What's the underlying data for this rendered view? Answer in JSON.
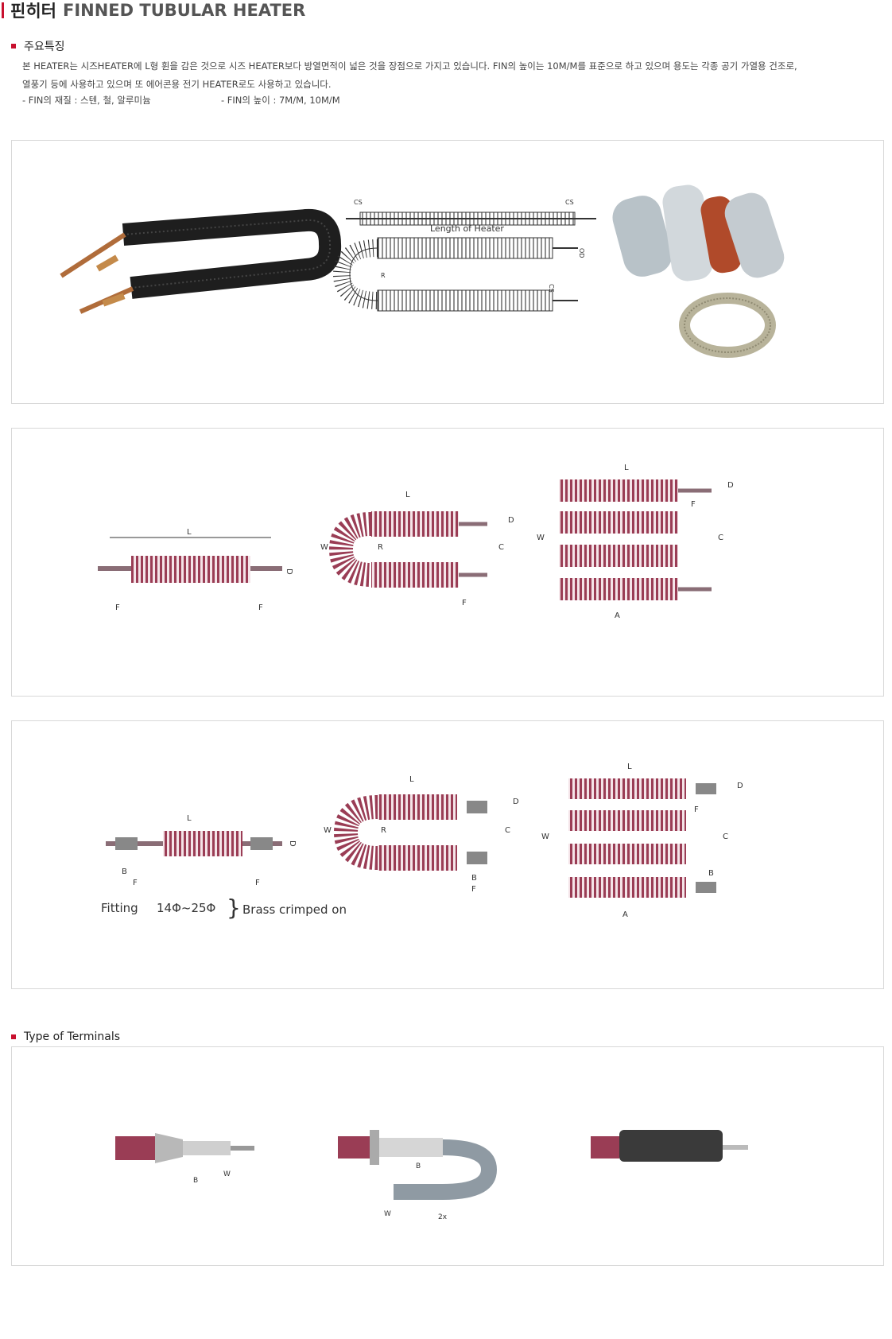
{
  "header": {
    "title_ko": "핀히터",
    "title_en": "FINNED TUBULAR HEATER"
  },
  "features": {
    "heading": "주요특징",
    "line1": "본 HEATER는 시즈HEATER에 L형 휜을 감은 것으로 시즈 HEATER보다 방열면적이 넓은 것을 장점으로 가지고 있습니다. FIN의 높이는 10M/M를 표준으로 하고 있으며 용도는 각종 공기 가열용 건조로,",
    "line2": "열풍기 등에 사용하고 있으며 또 에어콘용 전기 HEATER로도 사용하고 있습니다.",
    "spec_material": "- FIN의 재질 : 스텐, 철, 알루미늄",
    "spec_height": "- FIN의 높이 : 7M/M, 10M/M"
  },
  "panel1": {
    "diagram_label": "Length of Heater",
    "cs": "CS",
    "od": "OD",
    "r": "R"
  },
  "panel2": {
    "labels": {
      "L": "L",
      "F": "F",
      "D": "D",
      "W": "W",
      "R": "R",
      "C": "C",
      "A": "A"
    }
  },
  "panel3": {
    "labels": {
      "L": "L",
      "F": "F",
      "D": "D",
      "W": "W",
      "R": "R",
      "C": "C",
      "A": "A",
      "B": "B"
    },
    "fitting_label": "Fitting",
    "fitting_size": "14Φ~25Φ",
    "fitting_brace": "}",
    "fitting_desc": "Brass crimped on"
  },
  "terminals": {
    "heading": "Type of Terminals",
    "labels": {
      "B": "B",
      "W": "W",
      "x2": "2x"
    }
  },
  "colors": {
    "accent": "#c8102e",
    "fin": "#9a3d55",
    "fin_light": "#c26b84",
    "border": "#d8d8d8"
  }
}
